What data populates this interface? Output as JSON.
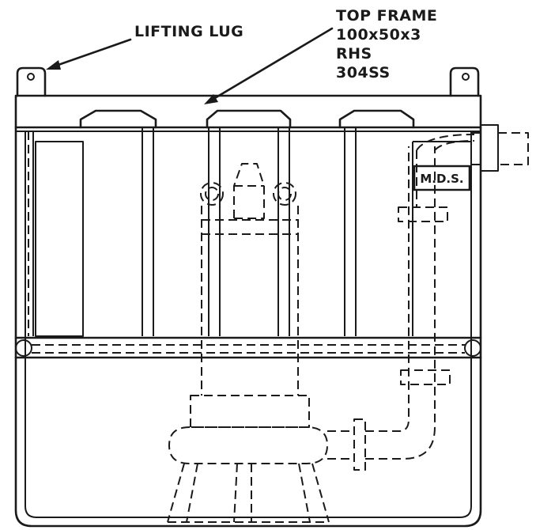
{
  "labels": {
    "lifting_lug": "LIFTING LUG",
    "top_frame": [
      "TOP FRAME",
      "100x50x3",
      "RHS",
      "304SS"
    ],
    "badge": "M.D.S."
  },
  "colors": {
    "ink": "#1a1a1a",
    "paper": "#ffffff"
  }
}
